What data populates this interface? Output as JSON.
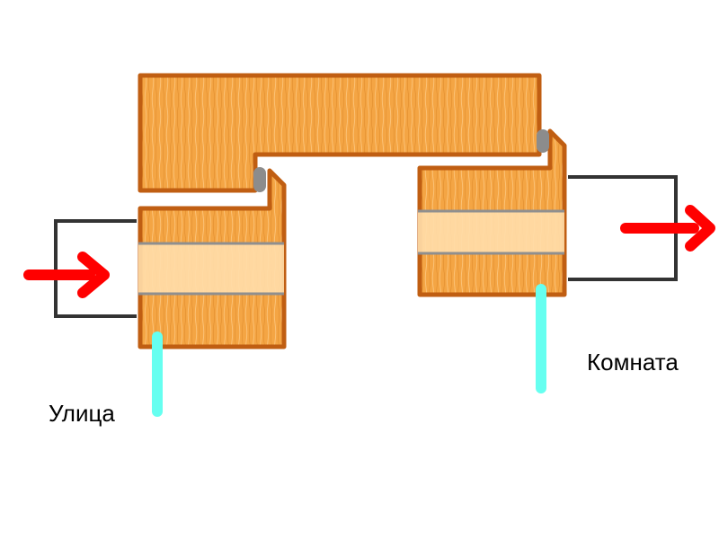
{
  "labels": {
    "outside": "Улица",
    "inside": "Комната"
  },
  "colors": {
    "wood_fill": "#f4a544",
    "wood_edge": "#c05e12",
    "wood_grain": "#fcc47a",
    "glass_fill": "#ffdca8",
    "glass_line": "#8f8f8f",
    "seal": "#8c8c8c",
    "arrow": "#ff0000",
    "bracket": "#333333",
    "drip": "#66fff0",
    "background": "#ffffff"
  },
  "icons": {
    "airflow_in": "red-arrow-right",
    "airflow_out": "red-arrow-right",
    "condensation": "cyan-drip-line"
  }
}
